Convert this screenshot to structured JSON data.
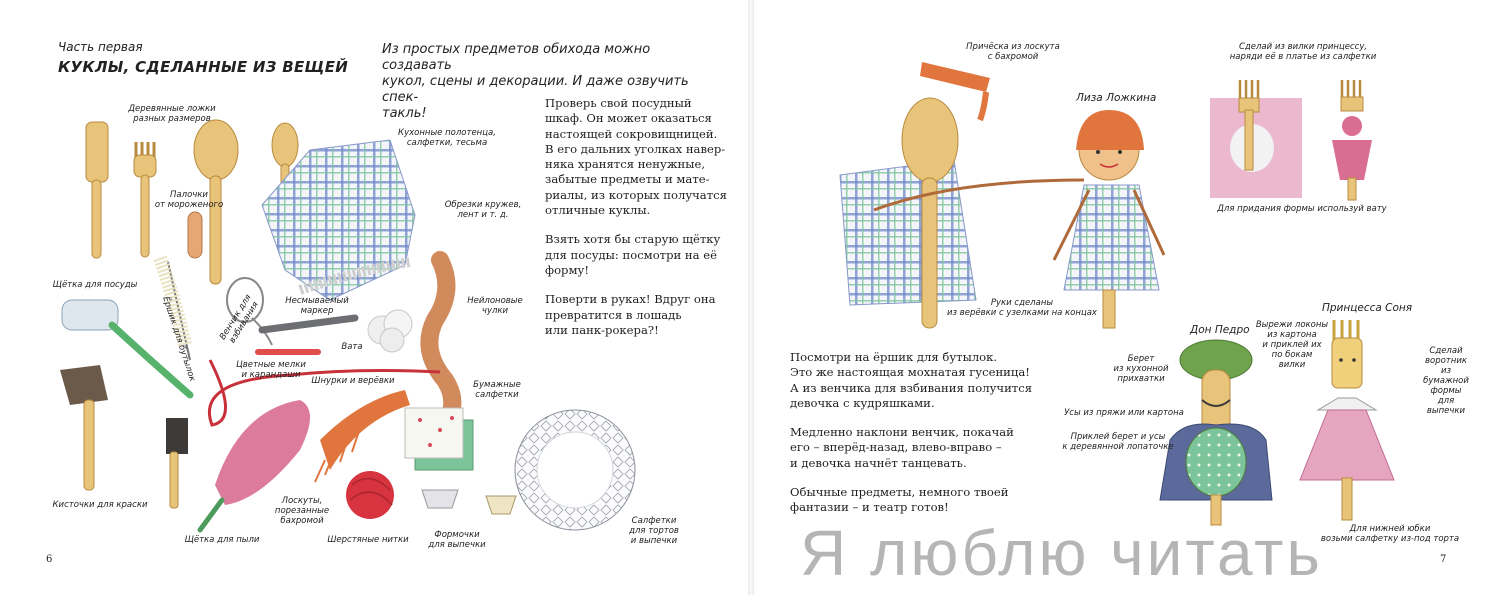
{
  "left_page": {
    "section_label": "Часть первая",
    "section_title": "КУКЛЫ, СДЕЛАННЫЕ ИЗ ВЕЩЕЙ",
    "intro": [
      "Из простых предметов обихода можно создавать",
      "кукол, сцены и декорации. И даже озвучить спек-",
      "такль!"
    ],
    "paragraphs": [
      [
        "Проверь свой посудный",
        "шкаф. Он может оказаться",
        "настоящей сокровищницей.",
        "В его дальних уголках навер-",
        "няка хранятся ненужные,",
        "забытые предметы и мате-",
        "риалы, из которых получатся",
        "отличные куклы."
      ],
      [
        "Взять хотя бы старую щётку",
        "для посуды: посмотри на её",
        "форму!"
      ],
      [
        "Поверти в руках! Вдруг она",
        "превратится в лошадь",
        "или панк-рокера?!"
      ]
    ],
    "labels": {
      "spoons": [
        "Деревянные ложки",
        "разных размеров"
      ],
      "towels": [
        "Кухонные полотенца,",
        "салфетки, тесьма"
      ],
      "sticks": [
        "Палочки",
        "от мороженого"
      ],
      "lace": [
        "Обрезки кружев,",
        "лент и т. д."
      ],
      "bottle_brush": "Ёршик для бутылок",
      "whisk": [
        "Венчик для",
        "взбивания"
      ],
      "dish_brush": "Щётка для посуды",
      "marker": [
        "Несмываемый",
        "маркер"
      ],
      "nylon": [
        "Нейлоновые",
        "чулки"
      ],
      "cotton": "Вата",
      "pencils": [
        "Цветные мелки",
        "и карандаши"
      ],
      "cords": "Шнурки и верёвки",
      "napkins": [
        "Бумажные",
        "салфетки"
      ],
      "paint_brushes": "Кисточки для краски",
      "dust_brush": "Щётка для пыли",
      "fringe": [
        "Лоскуты,",
        "порезанные",
        "бахромой"
      ],
      "yarn": "Шерстяные нитки",
      "molds": [
        "Формочки",
        "для выпечки"
      ],
      "doilies": [
        "Салфетки",
        "для тортов",
        "и выпечки"
      ]
    },
    "page_number": "6"
  },
  "right_page": {
    "labels": {
      "hair": [
        "Причёска из лоскута",
        "с бахромой"
      ],
      "liza_name": "Лиза Ложкина",
      "arms": [
        "Руки сделаны",
        "из верёвки с узелками на концах"
      ],
      "fork_princess": [
        "Сделай из вилки принцессу,",
        "наряди её в платье из салфетки"
      ],
      "cotton_shape": "Для придания формы используй вату",
      "don_name": "Дон Педро",
      "princess_name": "Принцесса Соня",
      "beret": [
        "Берет",
        "из кухонной",
        "прихватки"
      ],
      "curls": [
        "Вырежи локоны",
        "из картона",
        "и приклей их",
        "по бокам",
        "вилки"
      ],
      "collar": [
        "Сделай",
        "воротник",
        "из",
        "бумажной",
        "формы",
        "для",
        "выпечки"
      ],
      "mustache": "Усы из пряжи или картона",
      "glue": [
        "Приклей берет и усы",
        "к деревянной лопаточке"
      ],
      "skirt": [
        "Для нижней юбки",
        "возьми салфетку из-под торта"
      ]
    },
    "paragraphs": [
      [
        "Посмотри на ёршик для бутылок.",
        "Это же настоящая мохнатая гусеница!",
        "А из венчика для взбивания получится",
        "девочка с кудряшками."
      ],
      [
        "Медленно наклони венчик, покачай",
        "его – вперёд-назад, влево-вправо –",
        "и девочка начнёт танцевать."
      ],
      [
        "Обычные предметы, немного твоей",
        "фантазии – и театр готов!"
      ]
    ],
    "page_number": "7"
  },
  "watermark": "Я люблю читать",
  "colors": {
    "wood": "#e7c47a",
    "wood_dark": "#b88a3e",
    "checks_blue": "#6f88c8",
    "checks_green": "#7cc49a",
    "pink": "#d96d92",
    "red": "#c9313a",
    "green": "#55a86a",
    "orange": "#e0763e"
  }
}
